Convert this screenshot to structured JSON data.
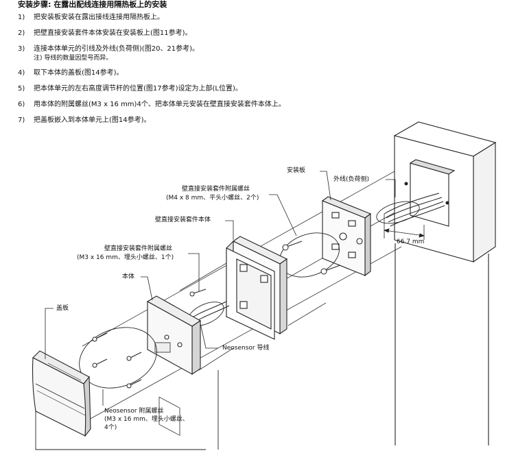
{
  "header": {
    "title": "安装步骤: 在露出配线连接用隔热板上的安装"
  },
  "steps": [
    {
      "num": "1)",
      "text": "把安装板安装在露出接线连接用隔热板上。",
      "note": ""
    },
    {
      "num": "2)",
      "text": "把壁直接安装套件本体安装在安装板上(图11参考)。",
      "note": ""
    },
    {
      "num": "3)",
      "text": "连接本体单元的引线及外线(负荷侧)(图20、21参考)。",
      "note": "注) 导线的数量因型号而异。"
    },
    {
      "num": "4)",
      "text": "取下本体的盖板(图14参考)。",
      "note": ""
    },
    {
      "num": "5)",
      "text": "把本体单元的左右高度调节杆的位置(图17参考)设定为上部(L位置)。",
      "note": ""
    },
    {
      "num": "6)",
      "text": "用本体的附属螺丝(M3 x 16 mm)4个、把本体单元安装在壁直接安装套件本体上。",
      "note": ""
    },
    {
      "num": "7)",
      "text": "把盖板嵌入到本体单元上(图14参考)。",
      "note": ""
    }
  ],
  "labels": {
    "mounting_plate": "安装板",
    "external_wire": "外线(负荷侧)",
    "kit_screw_1_l1": "壁直接安装套件附属螺丝",
    "kit_screw_1_l2": "(M4 x 8 mm、平头小螺丝、2个)",
    "kit_body": "壁直接安装套件本体",
    "kit_screw_2_l1": "壁直接安装套件附属螺丝",
    "kit_screw_2_l2": "(M3 x 16 mm、埋头小螺丝、1个)",
    "unit_body": "本体",
    "cover": "盖板",
    "neosensor_wire": "Neosensor 导线",
    "neo_screw_l1": "Neosensor 附属螺丝",
    "neo_screw_l2": "(M3 x 16 mm、埋头小螺丝、",
    "neo_screw_l3": "4个)",
    "dimension": "66.7 mm"
  }
}
